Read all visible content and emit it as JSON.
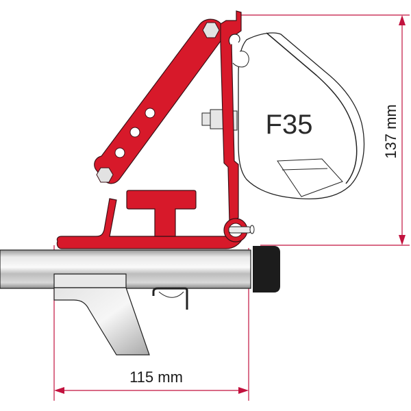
{
  "diagram": {
    "model_label": "F35",
    "dimensions": {
      "height": {
        "label": "137 mm"
      },
      "width": {
        "label": "115 mm"
      }
    },
    "colors": {
      "bracket_red": "#d7192a",
      "dimension_line": "#c2123e",
      "outline": "#2a2a2a",
      "rail_silver": "#c8c8c8",
      "end_cap": "#1c1c1c"
    }
  }
}
